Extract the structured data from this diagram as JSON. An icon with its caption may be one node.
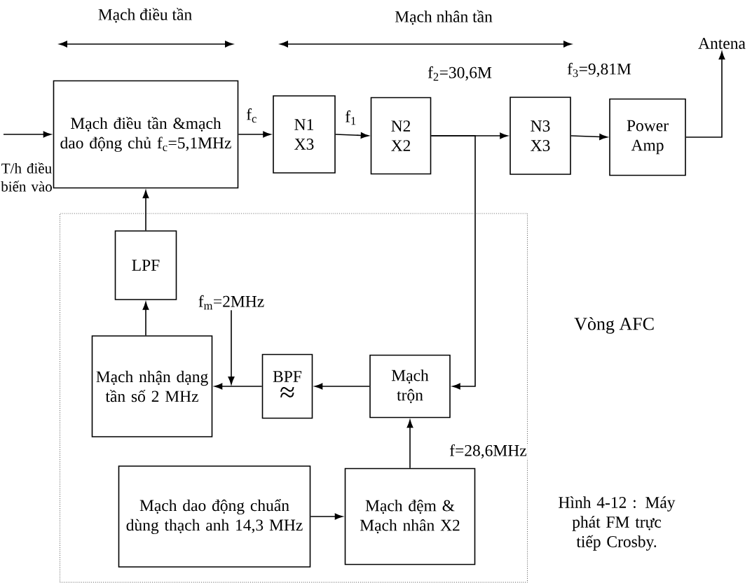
{
  "diagram": {
    "caption": "Hình 4-12 : Máy phát FM trực tiếp Crosby.",
    "nodes": [
      {
        "text": [
          "Mạch điều tần &mạch dao động chủ f$_{c}$=5,1MHz"
        ],
        "beside": [
          "T/h điều biến vào"
        ]
      },
      {
        "text": [
          "N1 X3"
        ]
      },
      {
        "text": [
          "N2 X2"
        ]
      },
      {
        "text": [
          "N3 X3"
        ]
      },
      {
        "text": [
          "Power Amp"
        ]
      },
      {
        "text": [],
        "shape": "box",
        "beside": [
          "Vòng AFC"
        ]
      },
      {
        "text": [
          "LPF"
        ],
        "in": 5
      },
      {
        "text": [
          "Mạch nhận dạng tần số 2 MHz"
        ],
        "in": 5
      },
      {
        "text": [
          "BPF",
          "≈"
        ],
        "in": 5
      },
      {
        "text": [
          "Mạch trộn"
        ],
        "in": 5
      },
      {
        "text": [
          "Mạch dao động chuẩn dùng thạch anh 14,3 MHz"
        ],
        "in": 5
      },
      {
        "text": [
          "Mạch đệm & Mạch nhân X2"
        ],
        "in": 5
      },
      {
        "text": [
          "Antena"
        ]
      },
      {
        "text": [
          "f$_{m}$=2MHz"
        ],
        "in": 5
      }
    ],
    "edges": [
      {
        "from": null,
        "to": 0,
        "arrow": "to"
      },
      {
        "from": 0,
        "to": 1,
        "arrow": "to",
        "label": "f$_{c}$"
      },
      {
        "from": 1,
        "to": 2,
        "arrow": "to",
        "label": "f$_{1}$"
      },
      {
        "from": 2,
        "to": 3,
        "arrow": "to"
      },
      {
        "from": 3,
        "to": 4,
        "arrow": "to"
      },
      {
        "from": 4,
        "to": 12,
        "arrow": "to"
      },
      {
        "from": 2,
        "to": 9,
        "arrow": "to"
      },
      {
        "from": 9,
        "to": 8,
        "arrow": "to"
      },
      {
        "from": 8,
        "to": 7,
        "arrow": "to"
      },
      {
        "from": 13,
        "to": null,
        "arrow": "to"
      },
      {
        "from": 7,
        "to": 6,
        "arrow": "to"
      },
      {
        "from": 6,
        "to": 0,
        "arrow": "to"
      },
      {
        "from": 10,
        "to": 11,
        "arrow": "to"
      },
      {
        "from": 11,
        "to": 9,
        "arrow": "to",
        "label": "f=28,6MHz"
      }
    ],
    "labels": [
      "Mạch điều tần",
      "Mạch nhân tần",
      "f$_{2}$=30,6M",
      "f$_{3}$=9,81M"
    ]
  }
}
